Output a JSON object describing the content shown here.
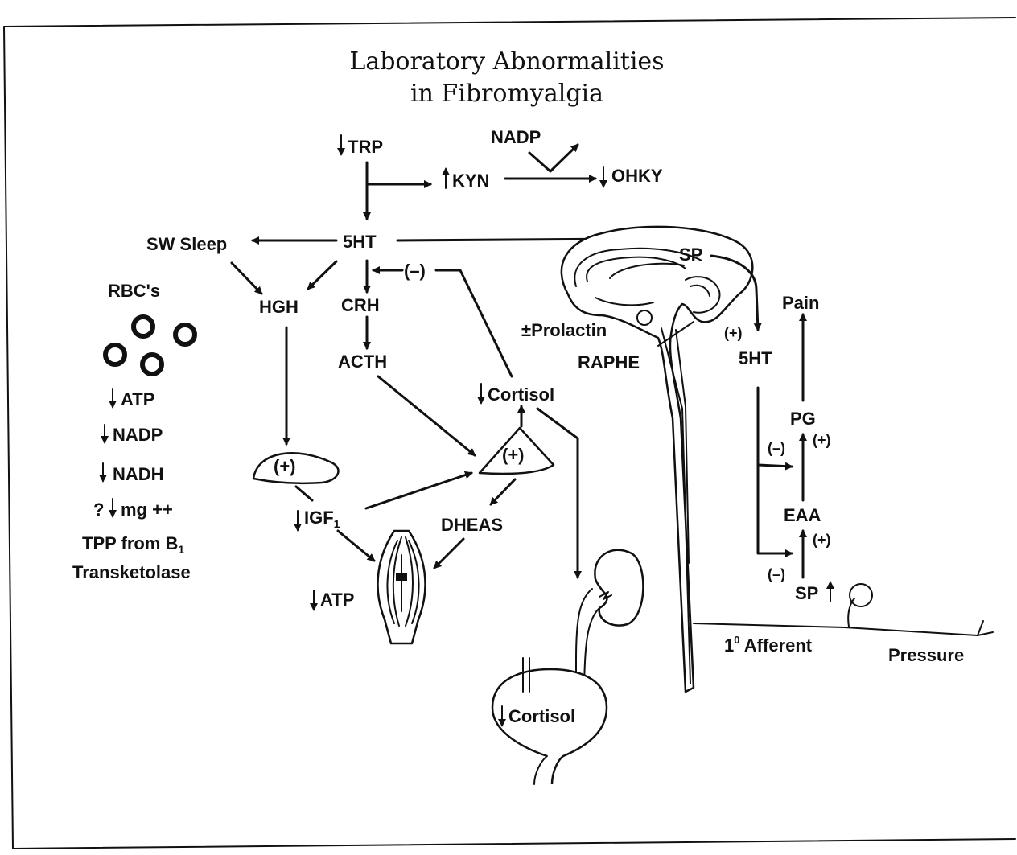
{
  "title": {
    "line1": "Laboratory Abnormalities",
    "line2": "in Fibromyalgia"
  },
  "pathway": {
    "trp": "TRP",
    "nadp": "NADP",
    "kyn": "KYN",
    "ohky": "OHKY",
    "five_ht": "5HT",
    "sw_sleep": "SW Sleep",
    "sp": "SP",
    "minus": "(–)",
    "hgh": "HGH",
    "crh": "CRH",
    "acth": "ACTH",
    "cortisol_upper": "Cortisol",
    "prolactin": "±Prolactin",
    "raphe": "RAPHE",
    "liver_plus": "(+)",
    "adrenal_plus": "(+)",
    "igf": "IGF",
    "igf_sub": "1",
    "dheas": "DHEAS",
    "muscle_atp": "ATP",
    "cortisol_lower": "Cortisol"
  },
  "rbc": {
    "heading": "RBC's",
    "items": [
      "ATP",
      "NADP",
      "NADH",
      "mg ++"
    ],
    "mg_prefix": "?",
    "tpp": "TPP from B",
    "tpp_sub": "1",
    "transketolase": "Transketolase"
  },
  "spinal": {
    "plus_top": "(+)",
    "five_ht": "5HT",
    "pain": "Pain",
    "pg": "PG",
    "minus_1": "(–)",
    "plus_pg": "(+)",
    "eaa": "EAA",
    "plus_eaa": "(+)",
    "minus_2": "(–)",
    "sp": "SP",
    "afferent_sup": "0",
    "afferent": "1",
    "afferent_text": " Afferent",
    "pressure": "Pressure"
  }
}
